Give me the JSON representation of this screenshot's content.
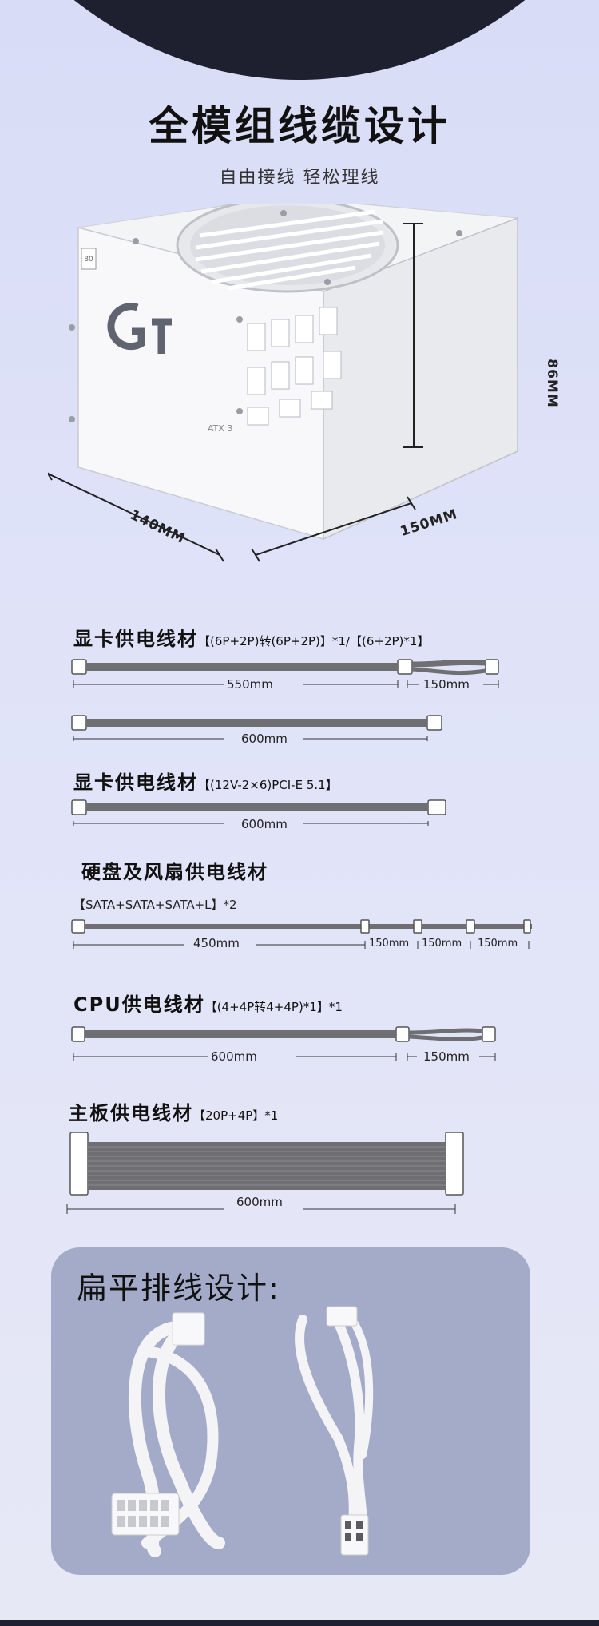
{
  "header": {
    "title": "全模组线缆设计",
    "subtitle": "自由接线 轻松理线"
  },
  "product": {
    "badge": "80",
    "rating": "ATX 3",
    "dim_width": "140MM",
    "dim_depth": "150MM",
    "dim_height": "86MM"
  },
  "sections": {
    "gpu_a": {
      "title": "显卡供电线材",
      "spec": "【(6P+2P)转(6P+2P)】*1/【(6+2P)*1】",
      "len1": "550mm",
      "len2": "150mm",
      "len3": "600mm"
    },
    "gpu_b": {
      "title": "显卡供电线材",
      "spec": "【(12V-2×6)PCI-E 5.1】",
      "len1": "600mm"
    },
    "sata": {
      "title": "硬盘及风扇供电线材",
      "spec": "【SATA+SATA+SATA+L】*2",
      "len1": "450mm",
      "len2": "150mm",
      "len3": "150mm",
      "len4": "150mm"
    },
    "cpu": {
      "title": "CPU供电线材",
      "spec": "【(4+4P转4+4P)*1】*1",
      "len1": "600mm",
      "len2": "150mm"
    },
    "mb": {
      "title": "主板供电线材",
      "spec": "【20P+4P】*1",
      "len1": "600mm"
    }
  },
  "flat": {
    "title": "扁平排线设计:"
  },
  "colors": {
    "dark": "#1e2030",
    "bg": "#dde0f7",
    "card": "#a3abc9",
    "cable": "#6e6e73"
  }
}
